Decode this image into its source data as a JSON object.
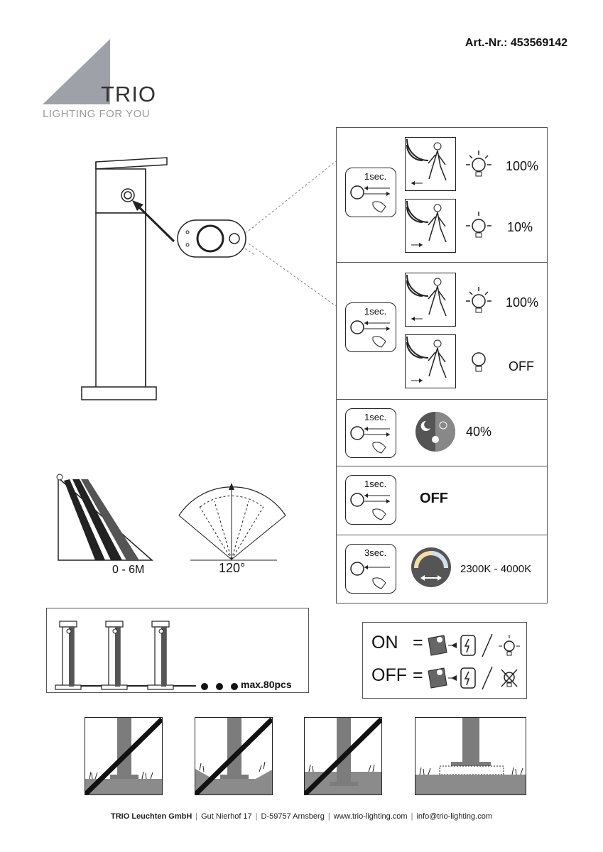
{
  "header": {
    "art_nr": "Art.-Nr.: 453569142",
    "brand": "TRIO",
    "tagline": "LIGHTING FOR YOU"
  },
  "modes": [
    {
      "button_time": "1sec.",
      "levels": [
        "100%",
        "10%"
      ]
    },
    {
      "button_time": "1sec.",
      "levels": [
        "100%",
        "OFF"
      ]
    },
    {
      "button_time": "1sec.",
      "level": "40%"
    },
    {
      "button_time": "1sec.",
      "level": "OFF"
    },
    {
      "button_time": "3sec.",
      "level": "2300K - 4000K"
    }
  ],
  "sensor": {
    "range_label": "0 - 6M",
    "angle_label": "120°"
  },
  "chain": {
    "max_label": "max.80pcs"
  },
  "legend": {
    "on_label": "ON",
    "off_label": "OFF",
    "equals": "="
  },
  "footer": {
    "company": "TRIO Leuchten GmbH",
    "address": "Gut Nierhof 17",
    "city": "D-59757 Arnsberg",
    "web": "www.trio-lighting.com",
    "email": "info@trio-lighting.com"
  },
  "colors": {
    "logo_gray": "#9ea1a8",
    "pole_gray": "#7c7c7c",
    "ground_gray": "#8b8b8b"
  },
  "icons": [
    "sun-bulb-icon",
    "bulb-icon",
    "motion-sensor-icon",
    "day-night-icon",
    "color-temperature-icon",
    "solar-panel-icon",
    "battery-icon",
    "crossed-bulb-icon"
  ]
}
